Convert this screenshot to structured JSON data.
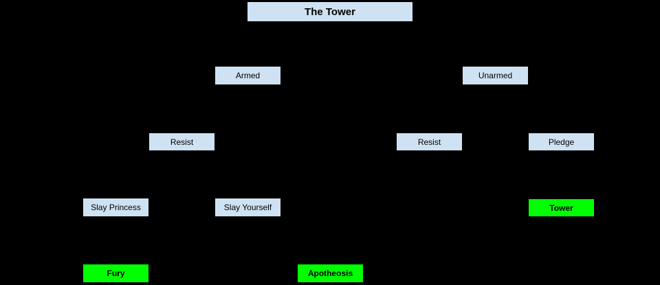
{
  "diagram": {
    "title": "The Tower",
    "colors": {
      "background": "#000000",
      "node_fill": "#cfe2f3",
      "ending_fill": "#00ff00",
      "text": "#000000"
    },
    "nodes": [
      {
        "id": "the-tower",
        "label": "The Tower",
        "style": "blue",
        "bold": true
      },
      {
        "id": "armed",
        "label": "Armed",
        "style": "blue",
        "bold": false
      },
      {
        "id": "unarmed",
        "label": "Unarmed",
        "style": "blue",
        "bold": false
      },
      {
        "id": "resist-left",
        "label": "Resist",
        "style": "blue",
        "bold": false
      },
      {
        "id": "resist-right",
        "label": "Resist",
        "style": "blue",
        "bold": false
      },
      {
        "id": "pledge",
        "label": "Pledge",
        "style": "blue",
        "bold": false
      },
      {
        "id": "slay-princess",
        "label": "Slay Princess",
        "style": "blue",
        "bold": false
      },
      {
        "id": "slay-yourself",
        "label": "Slay Yourself",
        "style": "blue",
        "bold": false
      },
      {
        "id": "tower",
        "label": "Tower",
        "style": "green",
        "bold": true
      },
      {
        "id": "fury",
        "label": "Fury",
        "style": "green",
        "bold": true
      },
      {
        "id": "apotheosis",
        "label": "Apotheosis",
        "style": "green",
        "bold": true
      }
    ]
  }
}
